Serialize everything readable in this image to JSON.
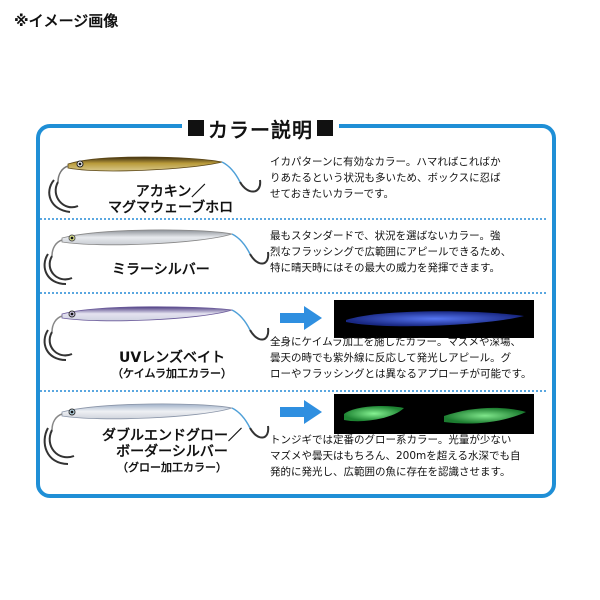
{
  "notice": "※イメージ画像",
  "panel": {
    "title": "カラー説明"
  },
  "colors": {
    "border": "#1f8fd6",
    "arrow": "#2f8fe0",
    "glow_blue": "#3a6bff",
    "glow_green": "#39ff66"
  },
  "items": [
    {
      "label_line1": "アカキン／",
      "label_line2": "マグマウェーブホロ",
      "desc1": "イカパターンに有効なカラー。ハマればこればか",
      "desc2": "りあたるという状況も多いため、ボックスに忍ば",
      "desc3": "せておきたいカラーです。"
    },
    {
      "label_line1": "ミラーシルバー",
      "desc1": "最もスタンダードで、状況を選ばないカラー。強",
      "desc2": "烈なフラッシングで広範囲にアピールできるため、",
      "desc3": "特に晴天時にはその最大の威力を発揮できます。"
    },
    {
      "label_line1": "UVレンズベイト",
      "sublabel": "（ケイムラ加工カラー）",
      "desc1": "全身にケイムラ加工を施したカラー。マズメや深場、",
      "desc2": "曇天の時でも紫外線に反応して発光しアピール。グ",
      "desc3": "ローやフラッシングとは異なるアプローチが可能です。"
    },
    {
      "label_line1": "ダブルエンドグロー／",
      "label_line2": "ボーダーシルバー",
      "sublabel": "（グロー加工カラー）",
      "desc1": "トンジギでは定番のグロー系カラー。光量が少ない",
      "desc2": "マズメや曇天はもちろん、200mを超える水深でも自",
      "desc3": "発的に発光し、広範囲の魚に存在を認識させます。"
    }
  ]
}
